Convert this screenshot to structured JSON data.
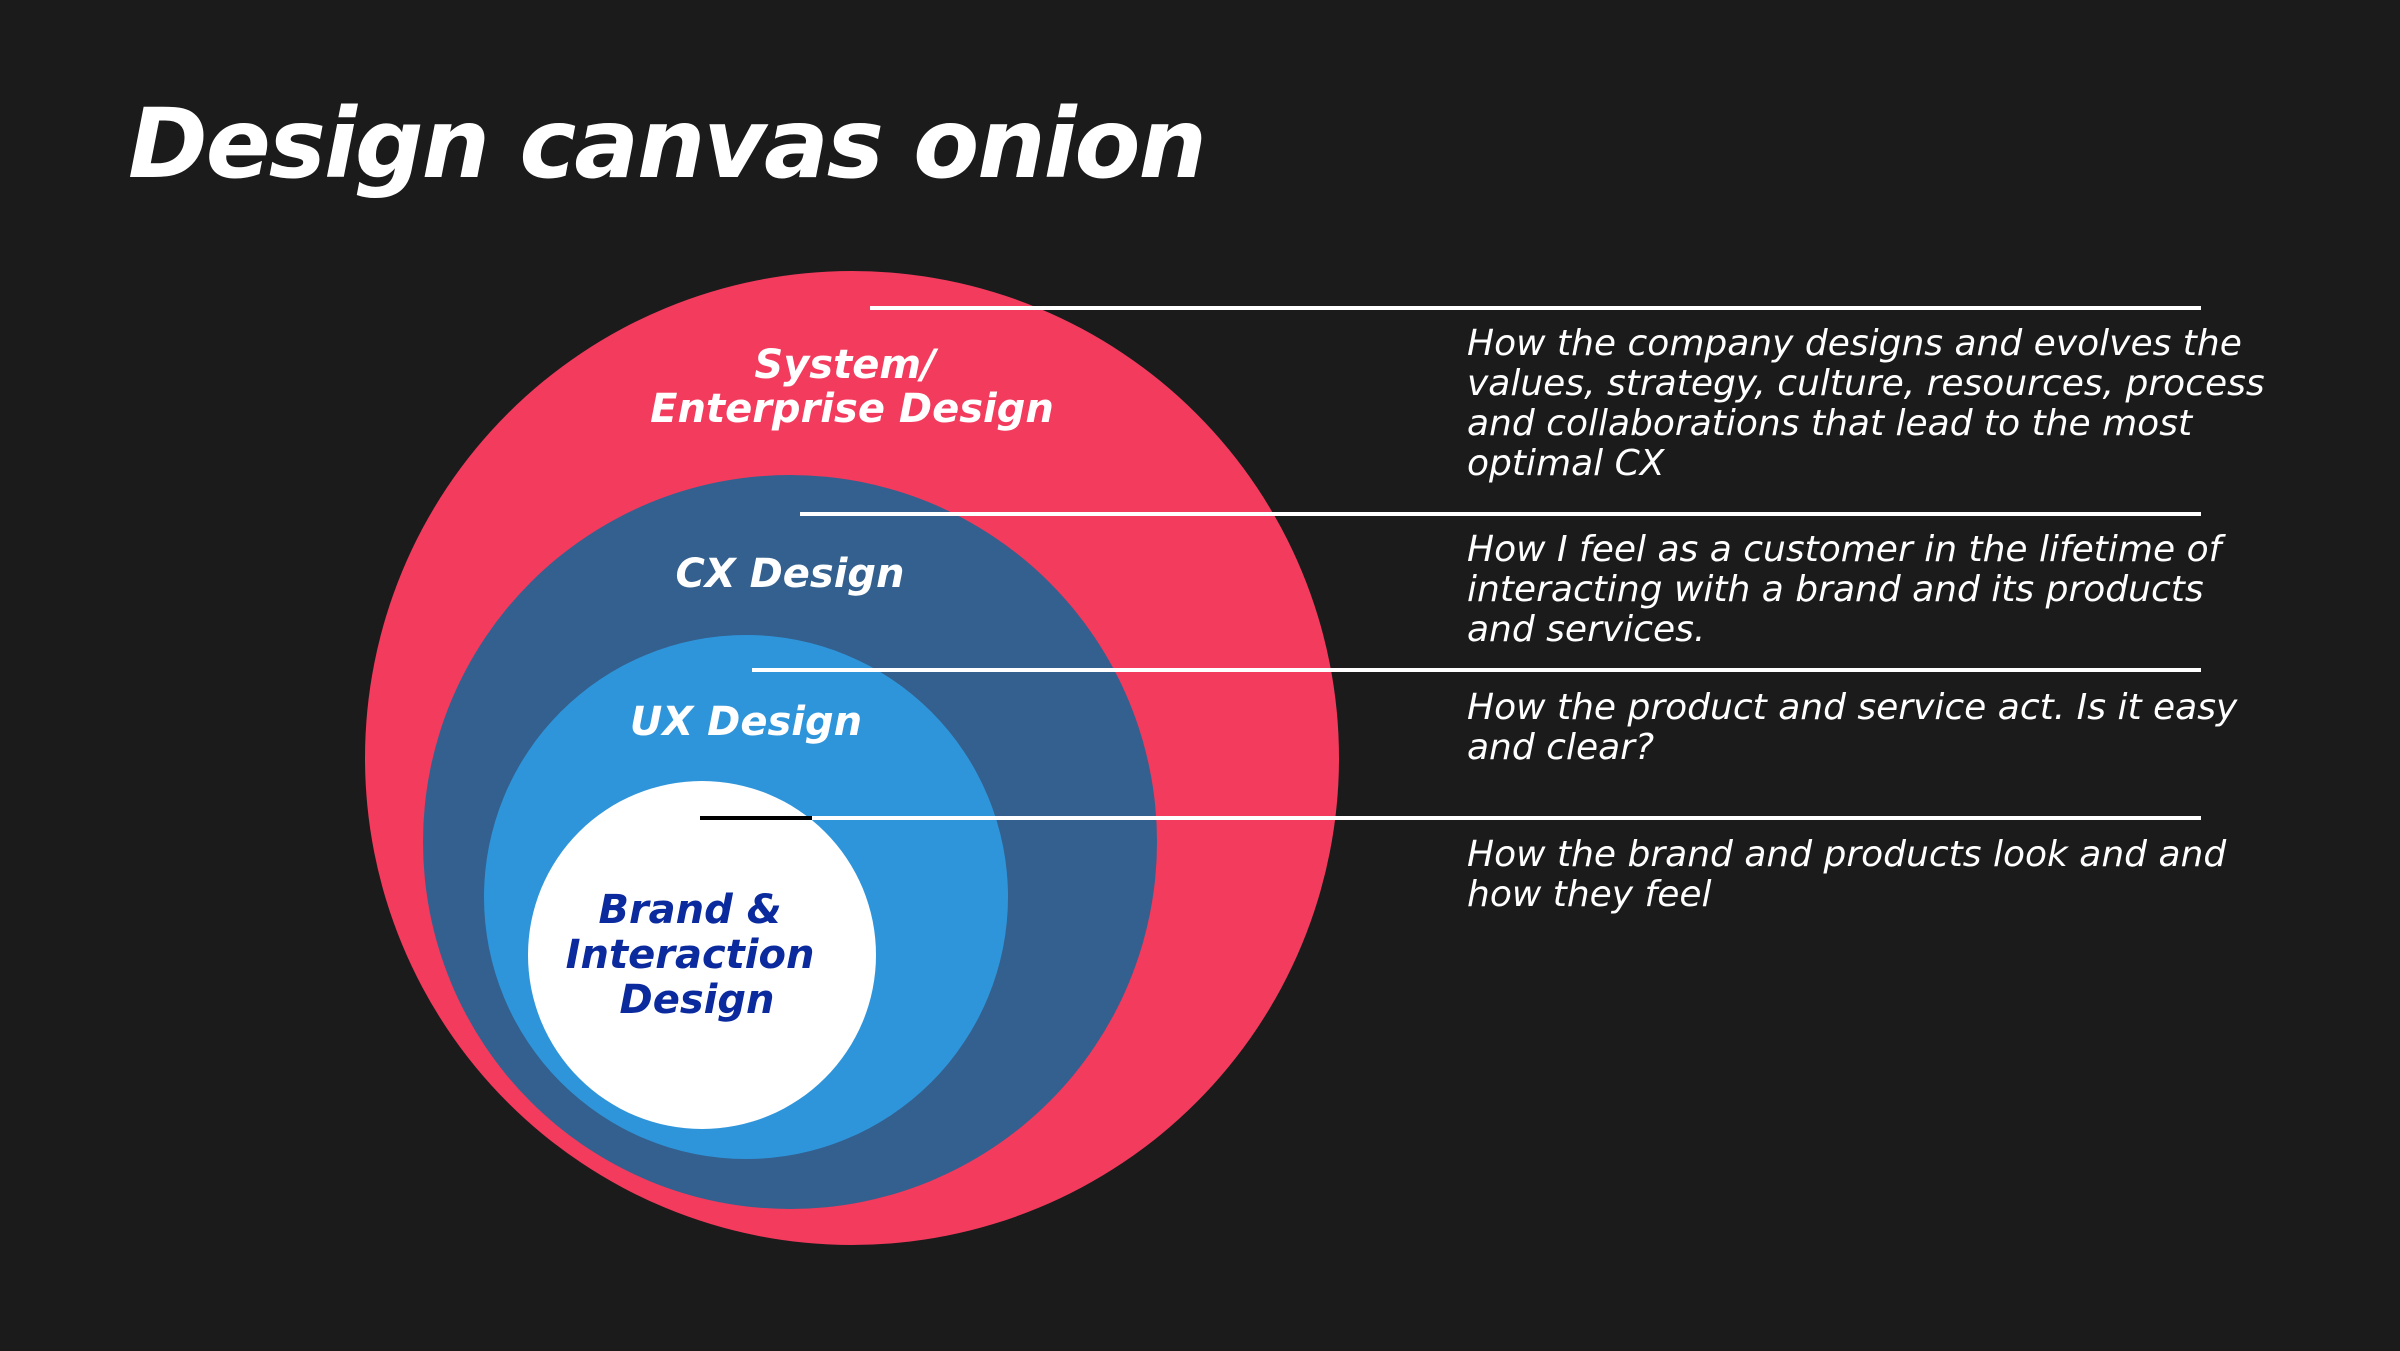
{
  "title": "Design canvas onion",
  "colors": {
    "background": "#1b1b1b",
    "system_layer": "#f23b5d",
    "cx_layer": "#33608e",
    "ux_layer": "#2f95db",
    "core_layer": "#ffffff",
    "core_text": "#0a2a9e",
    "line": "#ffffff"
  },
  "layers": [
    {
      "id": "system",
      "label_lines": [
        "System/",
        "Enterprise Design"
      ],
      "description_lines": [
        "How the company designs and evolves the",
        "values, strategy, culture, resources, process",
        "and collaborations that lead to the most",
        "optimal CX"
      ]
    },
    {
      "id": "cx",
      "label_lines": [
        "CX Design"
      ],
      "description_lines": [
        "How I feel as a customer in the lifetime of",
        "interacting with a brand and its products",
        "and services."
      ]
    },
    {
      "id": "ux",
      "label_lines": [
        "UX Design"
      ],
      "description_lines": [
        "How the product and service act. Is it easy",
        "and clear?"
      ]
    },
    {
      "id": "core",
      "label_lines": [
        "Brand &",
        "Interaction",
        "Design"
      ],
      "description_lines": [
        "How the brand and products look and and",
        "how they feel"
      ]
    }
  ]
}
